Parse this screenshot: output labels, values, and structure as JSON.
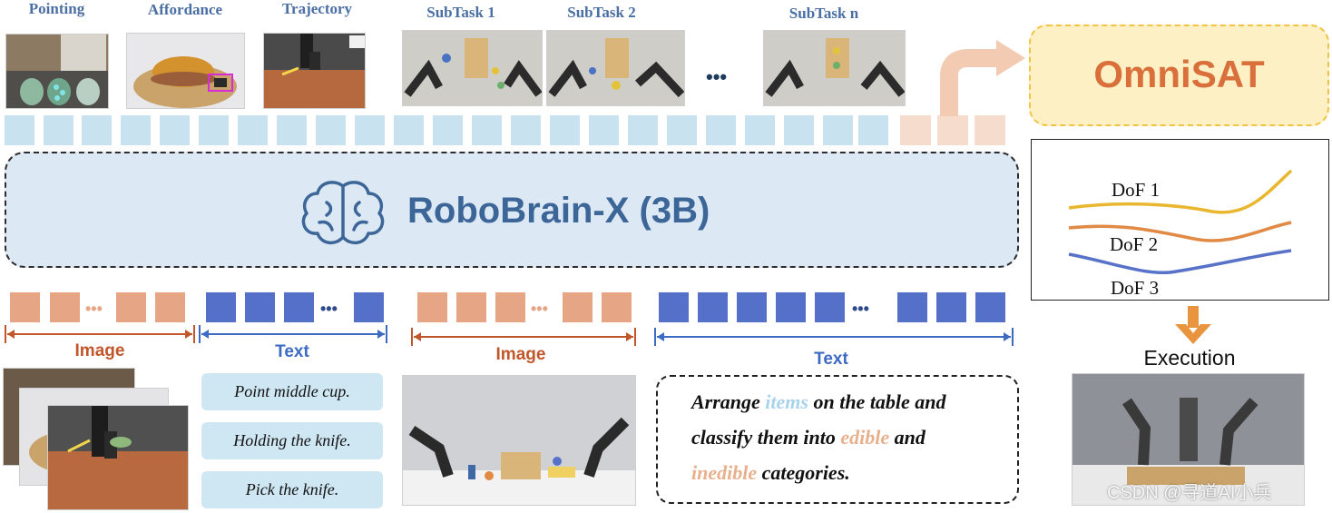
{
  "tasks": {
    "pointing": "Pointing",
    "affordance": "Affordance",
    "trajectory": "Trajectory",
    "subtask1": "SubTask 1",
    "subtask2": "SubTask 2",
    "subtaskn": "SubTask n"
  },
  "ellipsis": "•••",
  "model": {
    "title": "RoboBrain-X (3B)",
    "icon": "brain-icon"
  },
  "omnisat": {
    "title": "OmniSAT"
  },
  "dof": {
    "labels": [
      "DoF 1",
      "DoF 2",
      "DoF 3"
    ],
    "colors": [
      "#e9b62f",
      "#e08a46",
      "#5872c8"
    ]
  },
  "sections": {
    "image_left": "Image",
    "text_left": "Text",
    "image_right": "Image",
    "text_right": "Text"
  },
  "prompts": [
    "Point middle cup.",
    "Holding the knife.",
    "Pick the knife."
  ],
  "instruction": {
    "p1": "Arrange ",
    "items": "items",
    "p2": " on the table and classify them into ",
    "edible": "edible",
    "p3": " and ",
    "inedible": "inedible",
    "p4": " categories."
  },
  "execution": {
    "label": "Execution",
    "arrow_icon": "down-arrow-icon"
  },
  "watermark": "CSDN @寻道AI小兵",
  "colors": {
    "token_light": "#c9e2f0",
    "token_peach": "#f5dccd",
    "token_orange": "#e6a585",
    "token_blue": "#5470c9",
    "model_fill": "#dce9f5",
    "model_text": "#3d6698",
    "omni_fill": "#fdf0c4",
    "omni_text": "#d96f3b",
    "image_label": "#c0562a",
    "text_label": "#3d6bc4"
  }
}
